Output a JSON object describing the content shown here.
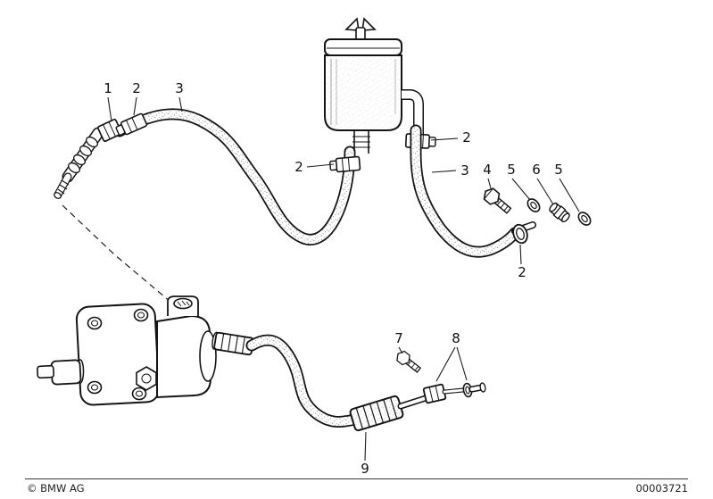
{
  "callouts": [
    "1",
    "2",
    "3",
    "2",
    "2",
    "3",
    "4",
    "5",
    "6",
    "5",
    "2",
    "7",
    "8",
    "9"
  ],
  "footer": {
    "copyright": "© BMW AG",
    "drawing_number": "00003721"
  },
  "colors": {
    "line": "#141414",
    "background": "#ffffff"
  }
}
